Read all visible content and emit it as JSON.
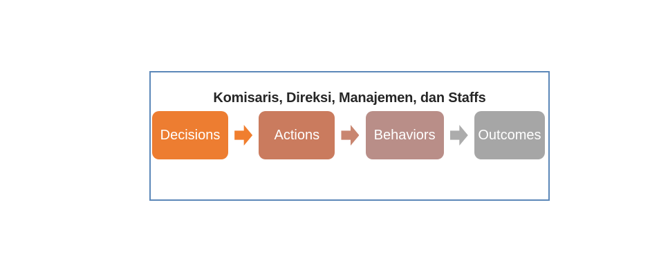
{
  "frame": {
    "title": "Komisaris, Direksi, Manajemen, dan Staffs",
    "title_color": "#262626",
    "border_color": "#5B87B8"
  },
  "flow": {
    "nodes": [
      {
        "label": "Decisions",
        "color": "#ED7D31"
      },
      {
        "label": "Actions",
        "color": "#CA7B5E"
      },
      {
        "label": "Behaviors",
        "color": "#B98E88"
      },
      {
        "label": "Outcomes",
        "color": "#A6A6A6"
      }
    ],
    "arrows": [
      {
        "name": "arrow-decisions-to-actions",
        "color": "#F07E2E"
      },
      {
        "name": "arrow-actions-to-behaviors",
        "color": "#C98670"
      },
      {
        "name": "arrow-behaviors-to-outcomes",
        "color": "#ACACAC"
      }
    ]
  }
}
